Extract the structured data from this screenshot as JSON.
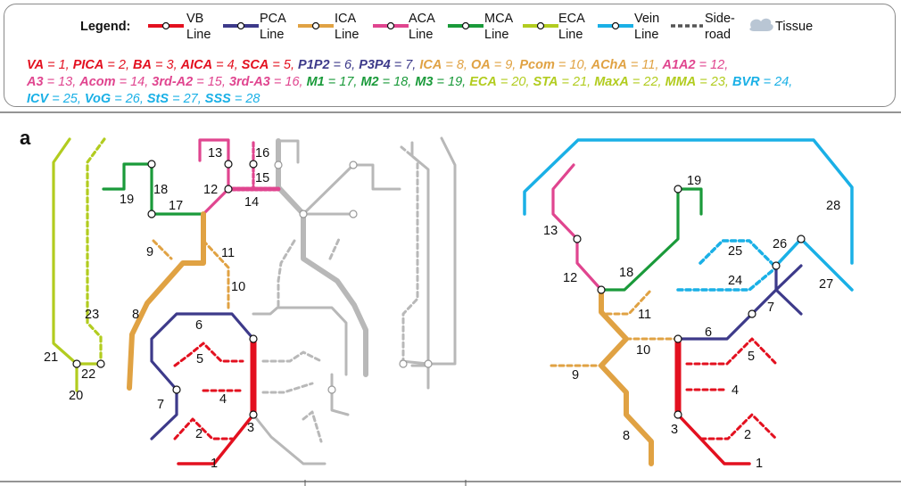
{
  "legend": {
    "title": "Legend:",
    "items": [
      {
        "label": "VB Line",
        "color": "#e3101f"
      },
      {
        "label": "PCA Line",
        "color": "#3d3a8a"
      },
      {
        "label": "ICA Line",
        "color": "#e0a243"
      },
      {
        "label": "ACA Line",
        "color": "#e0458f"
      },
      {
        "label": "MCA Line",
        "color": "#1a9a3a"
      },
      {
        "label": "ECA Line",
        "color": "#b2cc1f"
      },
      {
        "label": "Vein Line",
        "color": "#1ab0e6"
      },
      {
        "label": "Side-road",
        "color": "#555555"
      },
      {
        "label": "Tissue",
        "color": "#b9c6d4"
      }
    ]
  },
  "abbreviations": [
    {
      "abbr": "VA",
      "num": "1",
      "color": "#e3101f"
    },
    {
      "abbr": "PICA",
      "num": "2",
      "color": "#e3101f"
    },
    {
      "abbr": "BA",
      "num": "3",
      "color": "#e3101f"
    },
    {
      "abbr": "AICA",
      "num": "4",
      "color": "#e3101f"
    },
    {
      "abbr": "SCA",
      "num": "5",
      "color": "#e3101f"
    },
    {
      "abbr": "P1P2",
      "num": "6",
      "color": "#3d3a8a"
    },
    {
      "abbr": "P3P4",
      "num": "7",
      "color": "#3d3a8a"
    },
    {
      "abbr": "ICA",
      "num": "8",
      "color": "#e0a243"
    },
    {
      "abbr": "OA",
      "num": "9",
      "color": "#e0a243"
    },
    {
      "abbr": "Pcom",
      "num": "10",
      "color": "#e0a243"
    },
    {
      "abbr": "AChA",
      "num": "11",
      "color": "#e0a243"
    },
    {
      "abbr": "A1A2",
      "num": "12",
      "color": "#e0458f"
    },
    {
      "abbr": "A3",
      "num": "13",
      "color": "#e0458f"
    },
    {
      "abbr": "Acom",
      "num": "14",
      "color": "#e0458f"
    },
    {
      "abbr": "3rd-A2",
      "num": "15",
      "color": "#e0458f"
    },
    {
      "abbr": "3rd-A3",
      "num": "16",
      "color": "#e0458f"
    },
    {
      "abbr": "M1",
      "num": "17",
      "color": "#1a9a3a"
    },
    {
      "abbr": "M2",
      "num": "18",
      "color": "#1a9a3a"
    },
    {
      "abbr": "M3",
      "num": "19",
      "color": "#1a9a3a"
    },
    {
      "abbr": "ECA",
      "num": "20",
      "color": "#b2cc1f"
    },
    {
      "abbr": "STA",
      "num": "21",
      "color": "#b2cc1f"
    },
    {
      "abbr": "MaxA",
      "num": "22",
      "color": "#b2cc1f"
    },
    {
      "abbr": "MMA",
      "num": "23",
      "color": "#b2cc1f"
    },
    {
      "abbr": "BVR",
      "num": "24",
      "color": "#1ab0e6"
    },
    {
      "abbr": "ICV",
      "num": "25",
      "color": "#1ab0e6"
    },
    {
      "abbr": "VoG",
      "num": "26",
      "color": "#1ab0e6"
    },
    {
      "abbr": "StS",
      "num": "27",
      "color": "#1ab0e6"
    },
    {
      "abbr": "SSS",
      "num": "28",
      "color": "#1ab0e6"
    }
  ],
  "panel_label": "a",
  "segment_numbers": [
    "1",
    "2",
    "3",
    "4",
    "5",
    "6",
    "7",
    "8",
    "9",
    "10",
    "11",
    "12",
    "13",
    "14",
    "15",
    "16",
    "17",
    "18",
    "19",
    "20",
    "21",
    "22",
    "23",
    "24",
    "25",
    "26",
    "27",
    "28"
  ]
}
